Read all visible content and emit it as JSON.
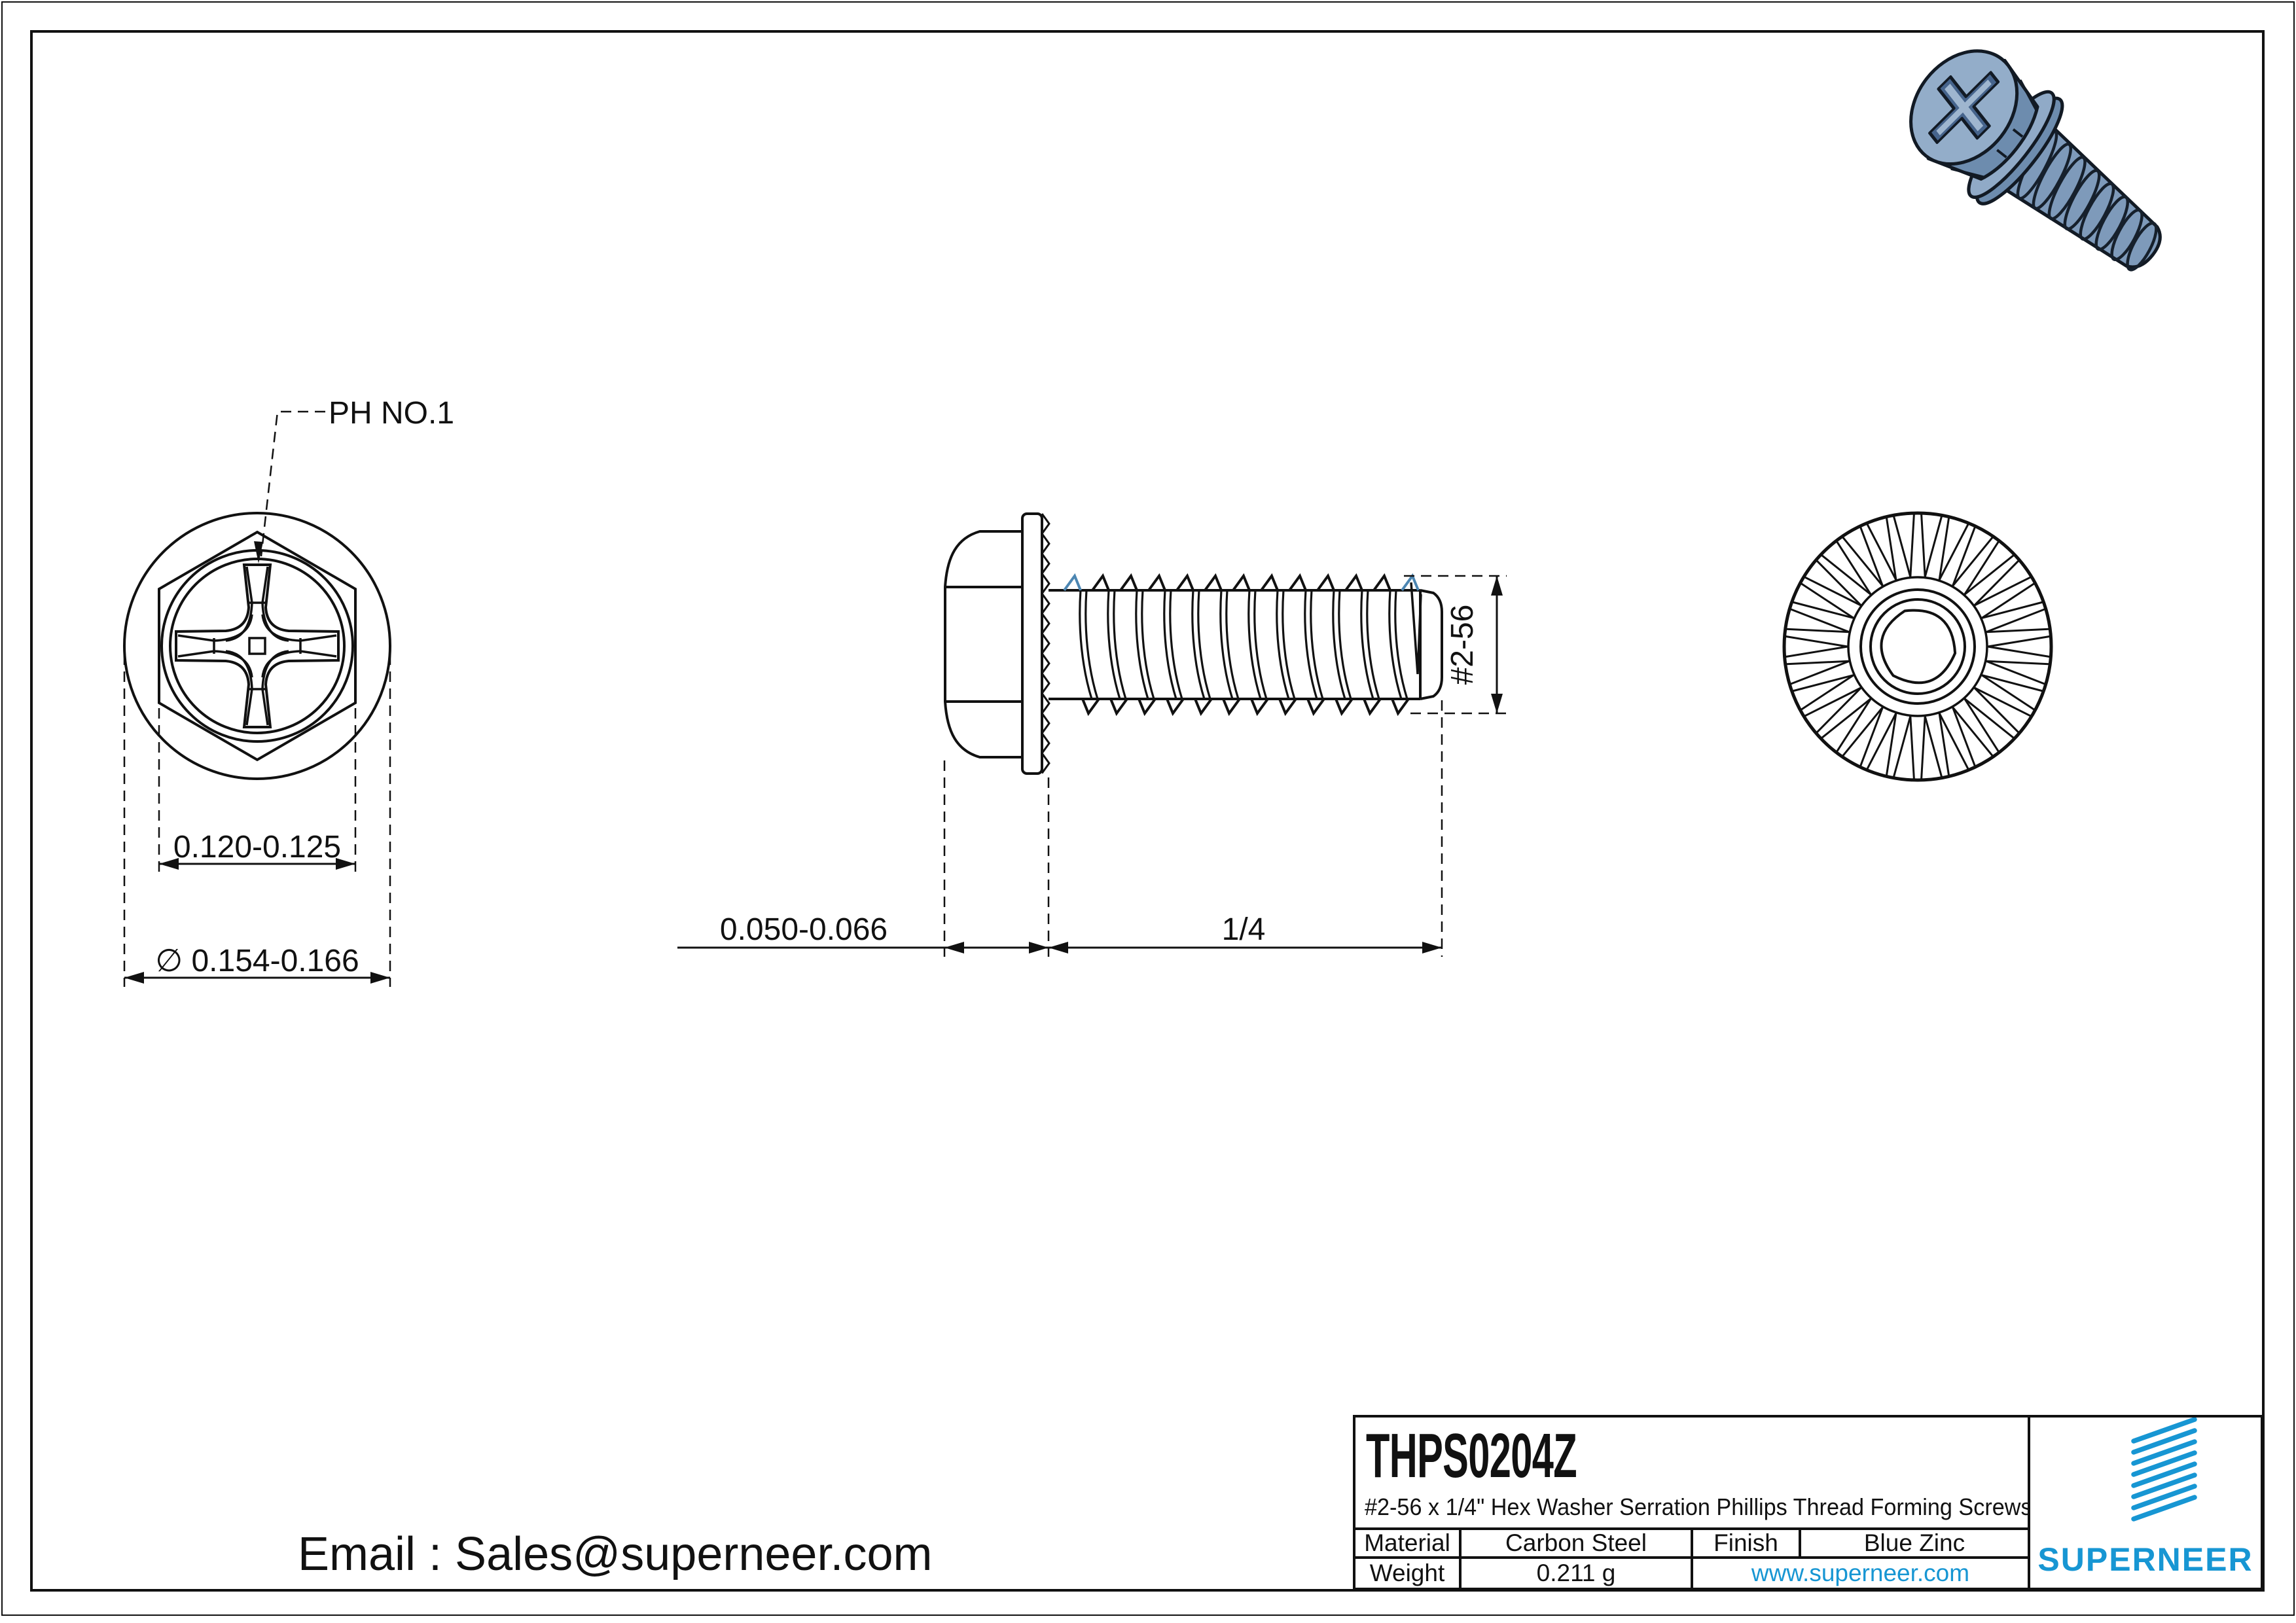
{
  "page": {
    "product_code": "THPS0204Z",
    "description": "#2-56 x 1/4\" Hex Washer Serration Phillips Thread Forming  Screws",
    "email": "Email : Sales@superneer.com"
  },
  "title_block": {
    "material_label": "Material",
    "material_value": "Carbon Steel",
    "finish_label": "Finish",
    "finish_value": "Blue Zinc",
    "weight_label": "Weight",
    "weight_value": "0.211 g",
    "website": "www.superneer.com",
    "brand": "SUPERNEER"
  },
  "dimensions": {
    "drive_label": "PH NO.1",
    "hex_across_flats": "0.120-0.125",
    "washer_diameter": "∅ 0.154-0.166",
    "head_height": "0.050-0.066",
    "thread_length": "1/4",
    "thread_size": "#2-56"
  },
  "colors": {
    "line": "#111111",
    "accent_blue": "#1796d3",
    "steel_blue": "#7e9aba",
    "thread_accent": "#4c86b2"
  }
}
